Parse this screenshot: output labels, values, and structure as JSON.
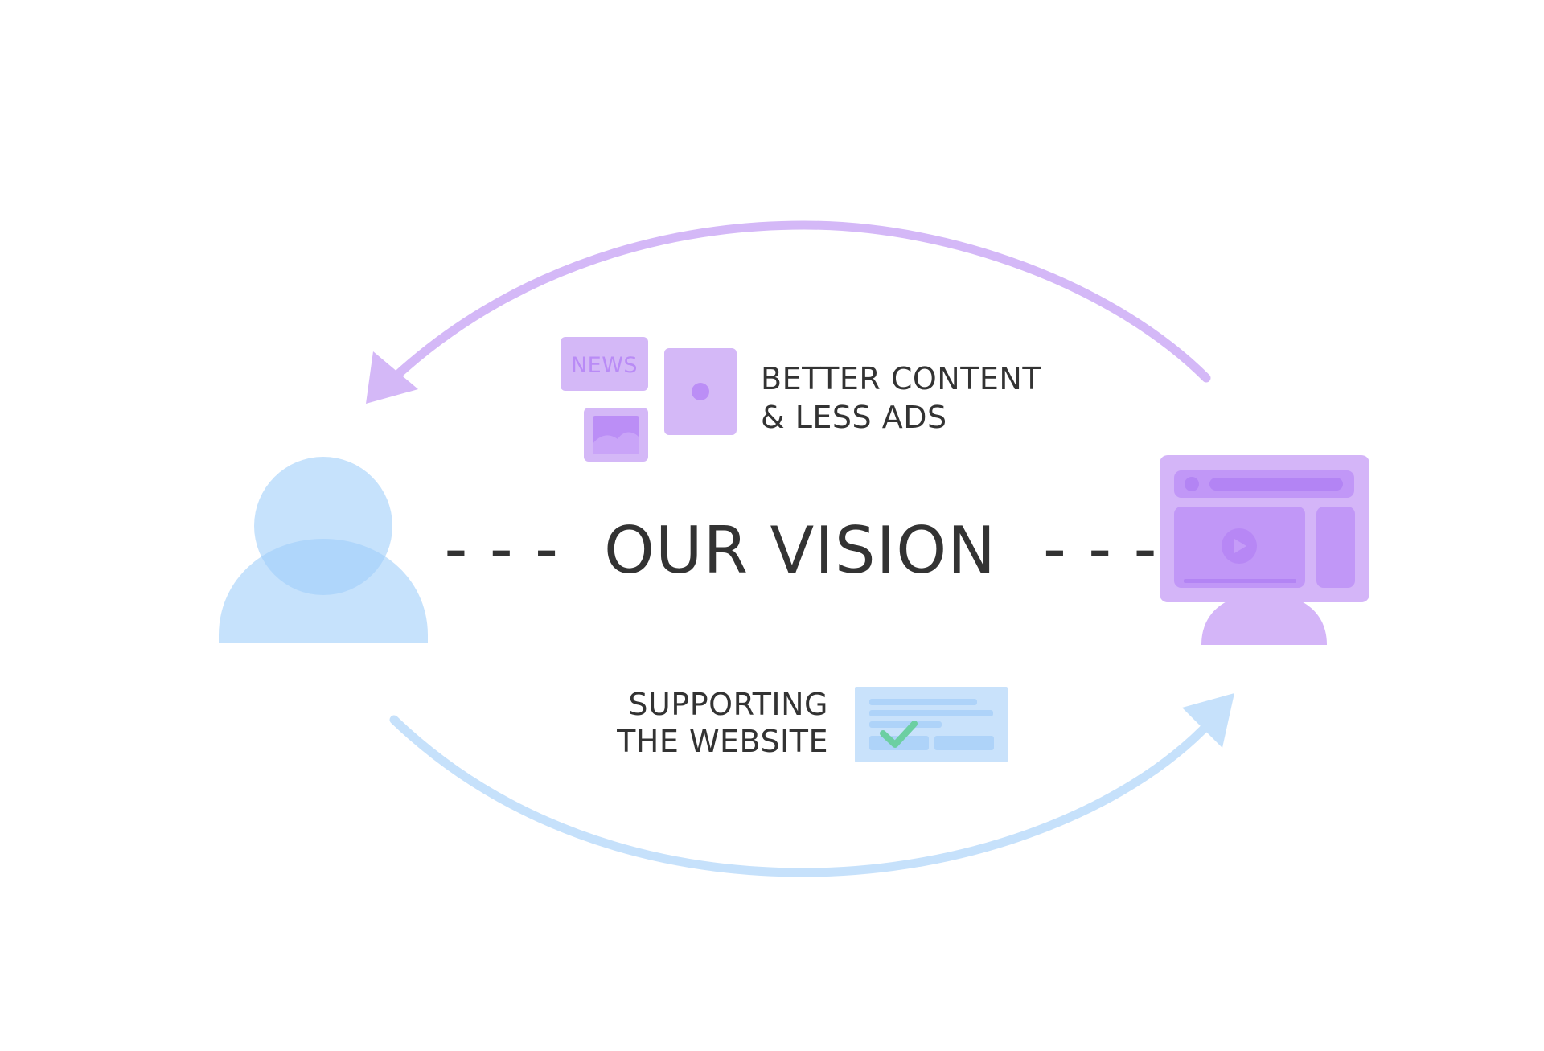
{
  "title": {
    "text": "OUR VISION",
    "dashes_left": "- - -",
    "dashes_right": "- - -"
  },
  "top_label": {
    "line1": "BETTER CONTENT",
    "line2": "& LESS ADS"
  },
  "bottom_label": {
    "line1": "SUPPORTING",
    "line2": "THE WEBSITE"
  },
  "icons": {
    "news_tile": "NEWS",
    "user": "user-icon",
    "website": "website-monitor-icon",
    "video_tile": "video-card-icon",
    "image_tile": "image-card-icon",
    "payment_form": "payment-form-icon",
    "check": "check-icon"
  },
  "colors": {
    "purple_arrow": "#d4b8f7",
    "blue_arrow": "#c6e1fb",
    "user_blue": "#c6e2fc",
    "user_blue_overlap": "#afd6fb",
    "monitor_purple": "#d4b5f8",
    "monitor_inner": "#c197f7",
    "tile_purple": "#d4b8f7",
    "tile_dark": "#bb8ef6",
    "form_blue": "#c9e2fb",
    "form_lines": "#aed3f9",
    "check_green": "#6ccfa2",
    "text": "#333333"
  }
}
